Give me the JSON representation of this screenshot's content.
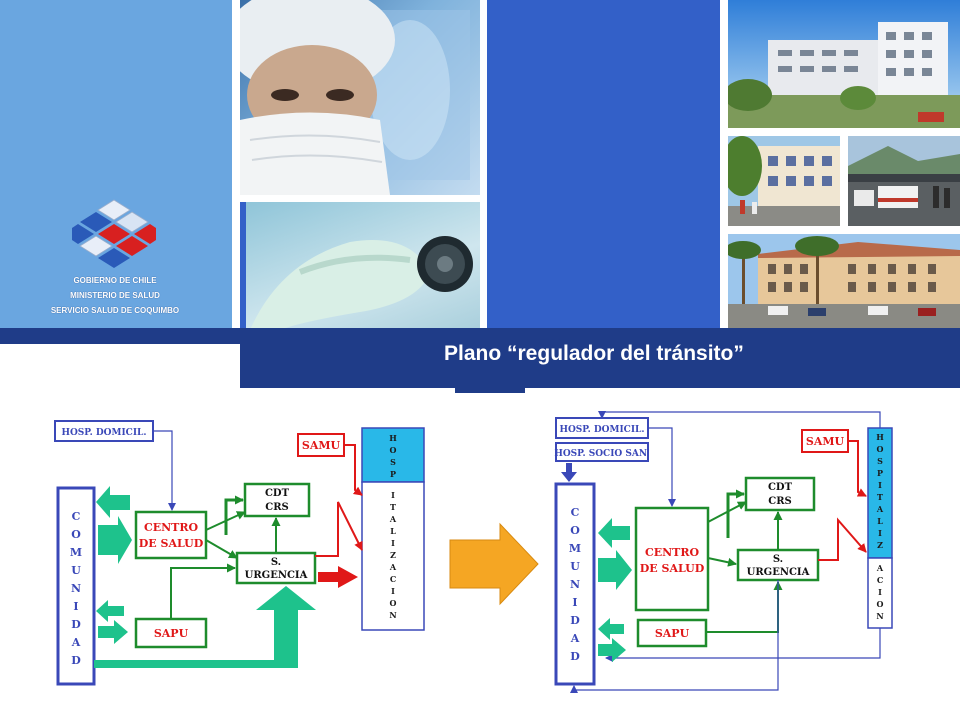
{
  "header": {
    "org": {
      "line1": "GOBIERNO DE CHILE",
      "line2": "MINISTERIO DE SALUD",
      "line3": "SERVICIO SALUD DE COQUIMBO"
    },
    "title": "Plano “regulador del tránsito”"
  },
  "diagram_before": {
    "hosp_domicil": "HOSP. DOMICIL.",
    "comunidad": [
      "C",
      "O",
      "M",
      "U",
      "N",
      "I",
      "D",
      "A",
      "D"
    ],
    "centro_salud": [
      "CENTRO",
      "DE SALUD"
    ],
    "cdt_crs": [
      "CDT",
      "CRS"
    ],
    "samu": "SAMU",
    "s_urgencia": [
      "S.",
      "URGENCIA"
    ],
    "sapu": "SAPU",
    "hosp_top": [
      "H",
      "O",
      "S",
      "P"
    ],
    "hosp_bottom": [
      "I",
      "T",
      "A",
      "L",
      "I",
      "Z",
      "A",
      "C",
      "I",
      "O",
      "N"
    ]
  },
  "diagram_after": {
    "hosp_domicil": "HOSP. DOMICIL.",
    "hosp_socio": "HOSP. SOCIO SAN.",
    "comunidad": [
      "C",
      "O",
      "M",
      "U",
      "N",
      "I",
      "D",
      "A",
      "D"
    ],
    "centro_salud": [
      "CENTRO",
      "DE SALUD"
    ],
    "cdt_crs": [
      "CDT",
      "CRS"
    ],
    "samu": "SAMU",
    "s_urgencia": [
      "S.",
      "URGENCIA"
    ],
    "sapu": "SAPU",
    "hosp_top": [
      "H",
      "O",
      "S",
      "P",
      "I",
      "T",
      "A",
      "L",
      "I",
      "Z"
    ],
    "hosp_bottom": [
      "A",
      "C",
      "I",
      "O",
      "N"
    ]
  },
  "colors": {
    "navy": "#1f3c88",
    "diagram_blue": "#3a48b8",
    "green": "#1e8c2c",
    "teal": "#1ec28c",
    "red": "#e01818",
    "hosp_cyan": "#29b8e8",
    "arrow_orange": "#f5a623"
  }
}
